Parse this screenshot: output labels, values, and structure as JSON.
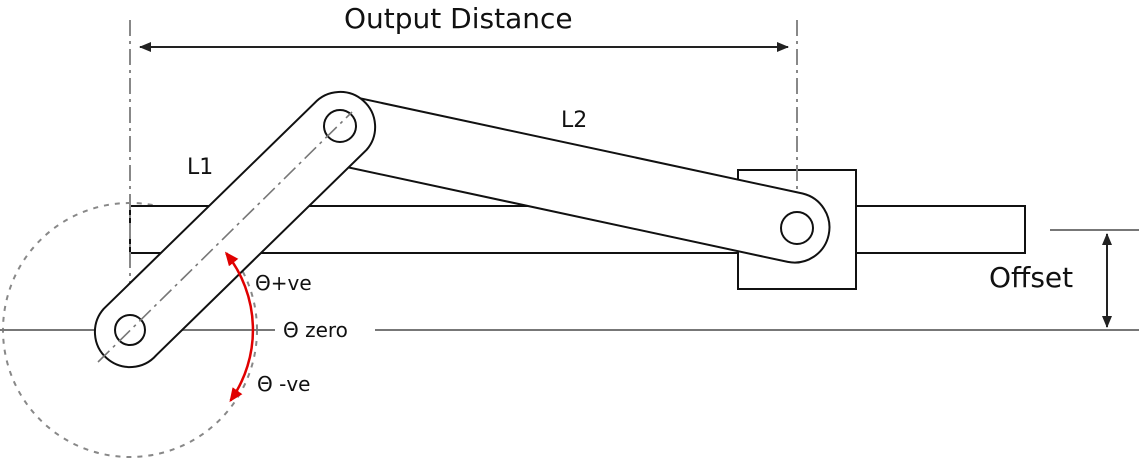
{
  "labels": {
    "output_distance": "Output Distance",
    "l1": "L1",
    "l2": "L2",
    "theta_pos": "Θ+ve",
    "theta_zero": "Θ zero",
    "theta_neg": "Θ -ve",
    "offset": "Offset"
  },
  "colors": {
    "line": "#111111",
    "construction": "#777777",
    "angle_arrow": "#e00000"
  }
}
